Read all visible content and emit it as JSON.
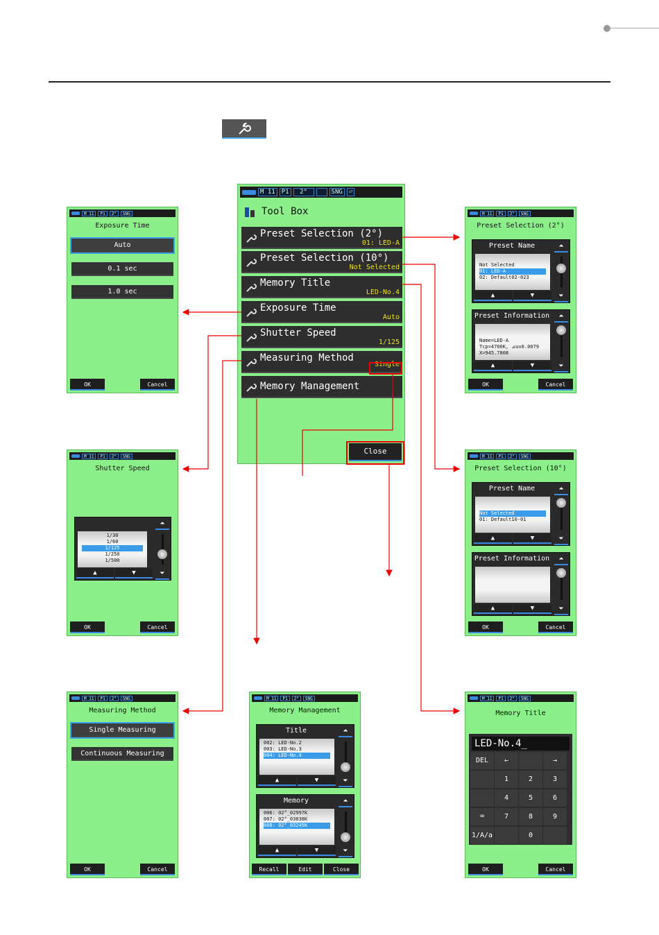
{
  "status": {
    "mode": "M 11",
    "program": "P1",
    "angle": "2°",
    "sng": "SNG"
  },
  "main": {
    "title": "Tool Box",
    "items": [
      {
        "label": "Preset Selection (2°)",
        "value": "01: LED-A"
      },
      {
        "label": "Preset Selection (10°)",
        "value": "Not Selected"
      },
      {
        "label": "Memory Title",
        "value": "LED-No.4"
      },
      {
        "label": "Exposure Time",
        "value": "Auto"
      },
      {
        "label": "Shutter Speed",
        "value": "1/125"
      },
      {
        "label": "Measuring Method",
        "value": "Single"
      },
      {
        "label": "Memory Management",
        "value": ""
      }
    ],
    "close": "Close"
  },
  "common": {
    "ok": "OK",
    "cancel": "Cancel"
  },
  "exposure": {
    "title": "Exposure Time",
    "options": [
      "Auto",
      "0.1 sec",
      "1.0 sec"
    ]
  },
  "shutter": {
    "title": "Shutter Speed",
    "options": [
      "1/30",
      "1/60",
      "1/125",
      "1/250",
      "1/500"
    ]
  },
  "method": {
    "title": "Measuring Method",
    "options": [
      "Single Measuring",
      "Continuous Measuring"
    ]
  },
  "preset2": {
    "title": "Preset Selection (2°)",
    "name_label": "Preset Name",
    "names": [
      "Not Selected",
      "01: LED-A",
      "02: Default02-023"
    ],
    "info_label": "Preset Information",
    "info": [
      "Name=LED-A",
      "Tcp=4706K, ⊿uv0.0079",
      "X=945.7808"
    ]
  },
  "preset10": {
    "title": "Preset Selection (10°)",
    "name_label": "Preset Name",
    "names": [
      "Not Selected",
      "01: Default10-01"
    ],
    "info_label": "Preset Information"
  },
  "memmgmt": {
    "title": "Memory Management",
    "title_label": "Title",
    "titles": [
      "002: LED-No.2",
      "003: LED-No.3",
      "004: LED-No.4"
    ],
    "memory_label": "Memory",
    "memories": [
      "006: 02°_02997K",
      "007: 02°_03038K",
      "008: 02°_03245K"
    ],
    "recall": "Recall",
    "edit": "Edit",
    "close": "Close"
  },
  "memtitle": {
    "title": "Memory Title",
    "text": "LED-No.4_",
    "keys": {
      "del": "DEL",
      "left": "←",
      "right": "→",
      "mode": "1/A/a",
      "digits": [
        "1",
        "2",
        "3",
        "4",
        "5",
        "6",
        "7",
        "8",
        "9",
        "0"
      ]
    }
  },
  "colors": {
    "screen": "#8cf08a",
    "accent": "#3a9be8",
    "value": "#f0e020",
    "arrow": "#e00000"
  }
}
